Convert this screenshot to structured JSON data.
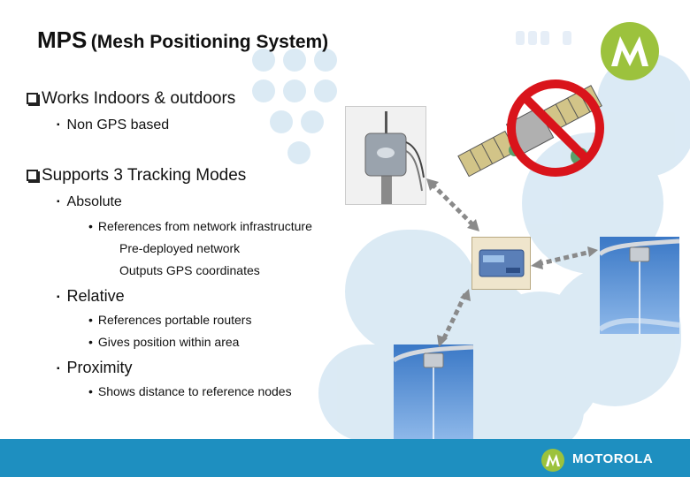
{
  "slide": {
    "title_main": "MPS",
    "title_sub": "(Mesh Positioning System)"
  },
  "bullets": {
    "b1": "Works Indoors & outdoors",
    "b1_1": "Non GPS based",
    "b2": "Supports 3 Tracking Modes",
    "b2_1": "Absolute",
    "b2_1_1": "References from network infrastructure",
    "b2_1_2": "Pre-deployed network",
    "b2_1_3": "Outputs GPS coordinates",
    "b2_2": "Relative",
    "b2_2_1": "References portable routers",
    "b2_2_2": "Gives position within area",
    "b2_3": "Proximity",
    "b2_3_1": "Shows distance to reference nodes"
  },
  "glyphs": {
    "square_bullet": "▪",
    "dot_bullet": "•"
  },
  "footer": {
    "brand": "MOTOROLA"
  },
  "colors": {
    "footer_blue": "#1e8fc0",
    "logo_green": "#9cc23d",
    "dot_pattern": "#cfe3f1",
    "prohibition_red": "#d9141b",
    "arrow_gray": "#8a8a8a",
    "sky_blue": "#4a8fd6"
  },
  "icons": {
    "brand_logo": "motorola-batwing-icon",
    "satellite": "satellite-icon",
    "prohibition": "no-sign-icon"
  }
}
